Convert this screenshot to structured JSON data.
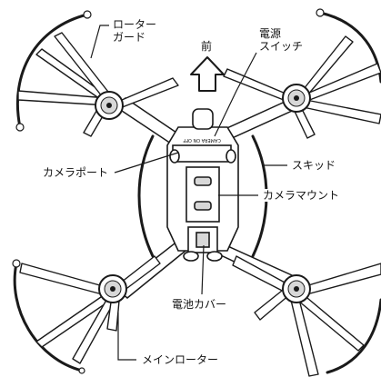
{
  "labels": {
    "rotor_guard": [
      "ローター",
      "ガード"
    ],
    "front": "前",
    "power_switch": [
      "電源",
      "スイッチ"
    ],
    "camera_port": "カメラポート",
    "skid": "スキッド",
    "camera_mount": "カメラマウント",
    "battery_cover": "電池カバー",
    "main_rotor": "メインローター"
  },
  "board_text": "CAMERA ON OFF",
  "colors": {
    "line": "#1a1a1a",
    "fill": "#ffffff",
    "shade": "#d8d8d8"
  },
  "icons": {
    "front_arrow": "up-arrow-icon"
  }
}
